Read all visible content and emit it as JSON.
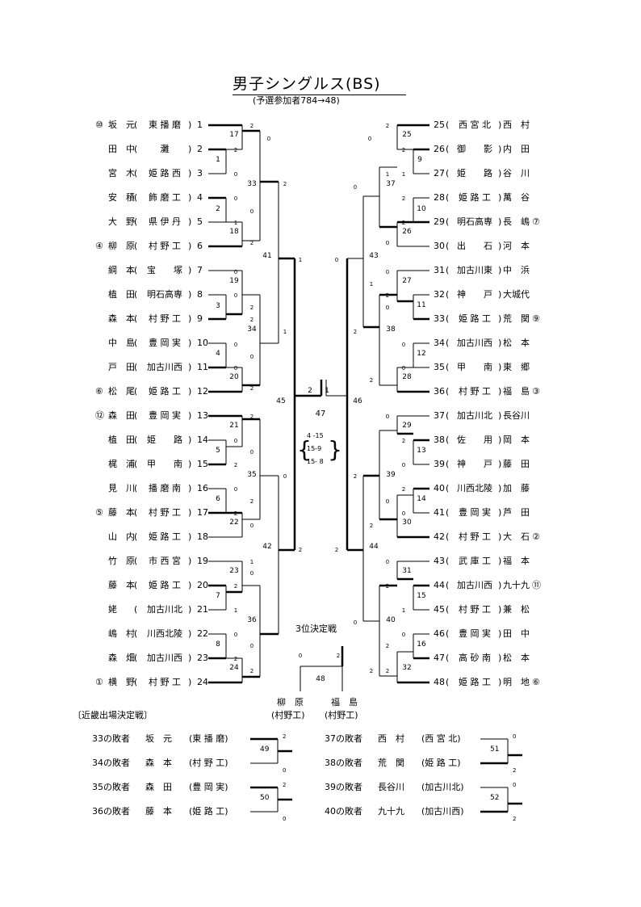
{
  "title": "男子シングルス(BS)",
  "subtitle": "(予選参加者784→48)",
  "left_players": [
    {
      "seed": "⑩",
      "name": "坂　元",
      "school": "東 播 磨",
      "no": "1"
    },
    {
      "seed": "",
      "name": "田　中",
      "school": "　灘　",
      "no": "2"
    },
    {
      "seed": "",
      "name": "宮　木",
      "school": "姫 路 西",
      "no": "3"
    },
    {
      "seed": "",
      "name": "安　積",
      "school": "飾 磨 工",
      "no": "4"
    },
    {
      "seed": "",
      "name": "大　野",
      "school": "県 伊 丹",
      "no": "5"
    },
    {
      "seed": "④",
      "name": "柳　原",
      "school": "村 野 工",
      "no": "6"
    },
    {
      "seed": "",
      "name": "綱　本",
      "school": "宝　　塚",
      "no": "7"
    },
    {
      "seed": "",
      "name": "植　田",
      "school": "明石高専",
      "no": "8"
    },
    {
      "seed": "",
      "name": "森　本",
      "school": "村 野 工",
      "no": "9"
    },
    {
      "seed": "",
      "name": "中　島",
      "school": "豊 岡 実",
      "no": "10"
    },
    {
      "seed": "",
      "name": "戸　田",
      "school": "加古川西",
      "no": "11"
    },
    {
      "seed": "⑥",
      "name": "松　尾",
      "school": "姫 路 工",
      "no": "12"
    },
    {
      "seed": "⑫",
      "name": "森　田",
      "school": "豊 岡 実",
      "no": "13"
    },
    {
      "seed": "",
      "name": "植　田",
      "school": "姫　　路",
      "no": "14"
    },
    {
      "seed": "",
      "name": "梶　浦",
      "school": "甲　　南",
      "no": "15"
    },
    {
      "seed": "",
      "name": "見　川",
      "school": "播 磨 南",
      "no": "16"
    },
    {
      "seed": "⑤",
      "name": "藤　本",
      "school": "村 野 工",
      "no": "17"
    },
    {
      "seed": "",
      "name": "山　内",
      "school": "姫 路 工",
      "no": "18"
    },
    {
      "seed": "",
      "name": "竹　原",
      "school": "市 西 宮",
      "no": "19"
    },
    {
      "seed": "",
      "name": "藤　本",
      "school": "姫 路 工",
      "no": "20"
    },
    {
      "seed": "",
      "name": "姥　",
      "school": "加古川北",
      "no": "21"
    },
    {
      "seed": "",
      "name": "嶋　村",
      "school": "川西北陵",
      "no": "22"
    },
    {
      "seed": "",
      "name": "森　畑",
      "school": "加古川西",
      "no": "23"
    },
    {
      "seed": "①",
      "name": "横　野",
      "school": "村 野 工",
      "no": "24"
    }
  ],
  "right_players": [
    {
      "no": "25",
      "school": "西 宮 北",
      "name": "西　村",
      "seed": ""
    },
    {
      "no": "26",
      "school": "御　　影",
      "name": "内　田",
      "seed": ""
    },
    {
      "no": "27",
      "school": "姫　　路",
      "name": "谷　川",
      "seed": ""
    },
    {
      "no": "28",
      "school": "姫 路 工",
      "name": "萬　谷",
      "seed": ""
    },
    {
      "no": "29",
      "school": "明石高専",
      "name": "長　嶋",
      "seed": "⑦"
    },
    {
      "no": "30",
      "school": "出　　石",
      "name": "河　本",
      "seed": ""
    },
    {
      "no": "31",
      "school": "加古川東",
      "name": "中　浜",
      "seed": ""
    },
    {
      "no": "32",
      "school": "神　　戸",
      "name": "大城代",
      "seed": ""
    },
    {
      "no": "33",
      "school": "姫 路 工",
      "name": "荒　関",
      "seed": "⑨"
    },
    {
      "no": "34",
      "school": "加古川西",
      "name": "松　本",
      "seed": ""
    },
    {
      "no": "35",
      "school": "甲　　南",
      "name": "東　郷",
      "seed": ""
    },
    {
      "no": "36",
      "school": "村 野 工",
      "name": "福　島",
      "seed": "③"
    },
    {
      "no": "37",
      "school": "加古川北",
      "name": "長谷川",
      "seed": ""
    },
    {
      "no": "38",
      "school": "佐　　用",
      "name": "岡　本",
      "seed": ""
    },
    {
      "no": "39",
      "school": "神　　戸",
      "name": "藤　田",
      "seed": ""
    },
    {
      "no": "40",
      "school": "川西北陵",
      "name": "加　藤",
      "seed": ""
    },
    {
      "no": "41",
      "school": "豊 岡 実",
      "name": "芦　田",
      "seed": ""
    },
    {
      "no": "42",
      "school": "村 野 工",
      "name": "大　石",
      "seed": "②"
    },
    {
      "no": "43",
      "school": "武 庫 工",
      "name": "福　本",
      "seed": ""
    },
    {
      "no": "44",
      "school": "加古川西",
      "name": "九十九",
      "seed": "⑪"
    },
    {
      "no": "45",
      "school": "村 野 工",
      "name": "兼　松",
      "seed": ""
    },
    {
      "no": "46",
      "school": "豊 岡 実",
      "name": "田　中",
      "seed": ""
    },
    {
      "no": "47",
      "school": "高 砂 南",
      "name": "松　本",
      "seed": ""
    },
    {
      "no": "48",
      "school": "姫 路 工",
      "name": "明　地",
      "seed": "⑥"
    }
  ],
  "final": {
    "match_no": "47",
    "scores": [
      "4 -15",
      "15-9",
      "15- 8"
    ],
    "left_games": "2",
    "right_games": "1"
  },
  "third_place": {
    "label": "3位決定戦",
    "match_no": "48",
    "left_score": "0",
    "right_score": "2",
    "left_name": "柳　原",
    "left_school": "(村野工)",
    "right_name": "福　島",
    "right_school": "(村野工)"
  },
  "kinki": {
    "title": "〔近畿出場決定戦〕",
    "matches": [
      {
        "prefix": "33の敗者",
        "name": "坂　元",
        "school": "(東 播 磨)",
        "top": true,
        "no": "49",
        "score": "2"
      },
      {
        "prefix": "34の敗者",
        "name": "森　本",
        "school": "(村 野 工)",
        "top": false,
        "no": "49",
        "score": "0"
      },
      {
        "prefix": "35の敗者",
        "name": "森　田",
        "school": "(豊 岡 実)",
        "top": true,
        "no": "50",
        "score": "2"
      },
      {
        "prefix": "36の敗者",
        "name": "藤　本",
        "school": "(姫 路 工)",
        "top": false,
        "no": "50",
        "score": "0"
      },
      {
        "prefix": "37の敗者",
        "name": "西　村",
        "school": "(西 宮 北)",
        "top": true,
        "no": "51",
        "score": "0"
      },
      {
        "prefix": "38の敗者",
        "name": "荒　関",
        "school": "(姫 路 工)",
        "top": false,
        "no": "51",
        "score": "2"
      },
      {
        "prefix": "39の敗者",
        "name": "長谷川",
        "school": "(加古川北)",
        "top": true,
        "no": "52",
        "score": "0"
      },
      {
        "prefix": "40の敗者",
        "name": "九十九",
        "school": "(加古川西)",
        "top": false,
        "no": "52",
        "score": "2"
      }
    ]
  }
}
